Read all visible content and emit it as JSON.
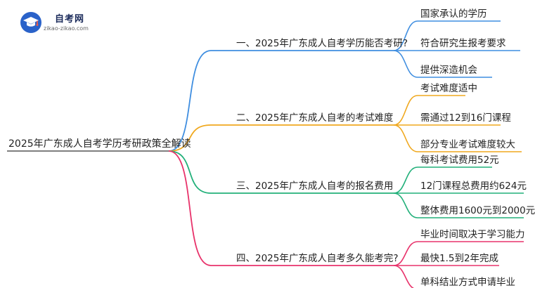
{
  "logo": {
    "title": "自考网",
    "subtitle": "zikao-zikao.com"
  },
  "root": "2025年广东成人自考学历考研政策全解读",
  "branches": [
    {
      "label": "一、2025年广东成人自考学历能否考研?",
      "color": "#3f8ee0",
      "children": [
        "国家承认的学历",
        "符合研究生报考要求",
        "提供深造机会"
      ]
    },
    {
      "label": "二、2025年广东成人自考的考试难度",
      "color": "#f0a81e",
      "children": [
        "考试难度适中",
        "需通过12到16门课程",
        "部分专业考试难度较大"
      ]
    },
    {
      "label": "三、2025年广东成人自考的报名费用",
      "color": "#22b07a",
      "children": [
        "每科考试费用52元",
        "12门课程总费用约624元",
        "整体费用1600元到2000元"
      ]
    },
    {
      "label": "四、2025年广东成人自考多久能考完?",
      "color": "#e8336b",
      "children": [
        "毕业时间取决于学习能力",
        "最快1.5到2年完成",
        "单科结业方式申请毕业"
      ]
    }
  ]
}
